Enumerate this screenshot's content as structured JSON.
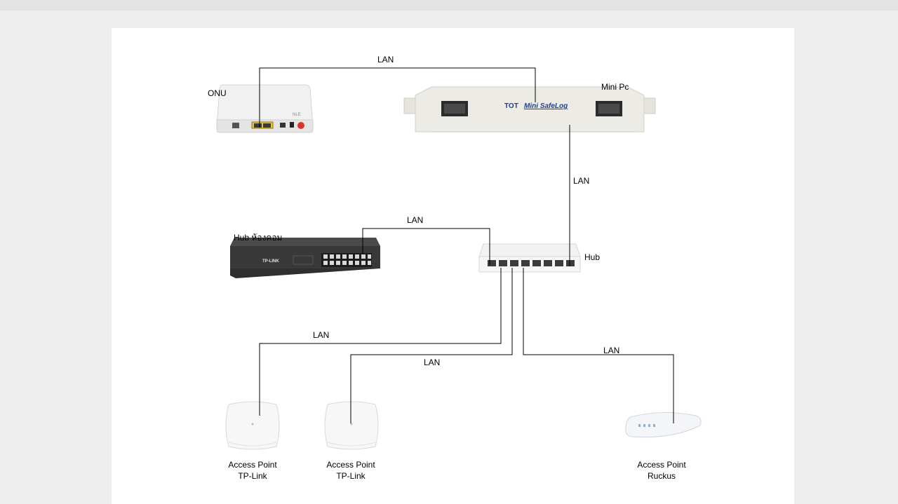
{
  "diagram": {
    "connection_label": "LAN",
    "devices": {
      "onu": {
        "label": "ONU"
      },
      "mini_pc": {
        "label": "Mini Pc",
        "brand_logo": "TOT",
        "brand_text": "Mini SafeLog"
      },
      "hub_lab": {
        "label": "Hub ห้องคอม",
        "brand_text": "TP-LINK"
      },
      "hub": {
        "label": "Hub"
      },
      "ap_tplink_1": {
        "line1": "Access Point",
        "line2": "TP-Link"
      },
      "ap_tplink_2": {
        "line1": "Access Point",
        "line2": "TP-Link"
      },
      "ap_ruckus": {
        "line1": "Access Point",
        "line2": "Ruckus"
      }
    },
    "connections": [
      {
        "from": "onu",
        "to": "mini_pc",
        "label": "LAN"
      },
      {
        "from": "mini_pc",
        "to": "hub",
        "label": "LAN"
      },
      {
        "from": "hub",
        "to": "hub_lab",
        "label": "LAN"
      },
      {
        "from": "hub",
        "to": "ap_tplink_1",
        "label": "LAN"
      },
      {
        "from": "hub",
        "to": "ap_tplink_2",
        "label": "LAN"
      },
      {
        "from": "hub",
        "to": "ap_ruckus",
        "label": "LAN"
      }
    ]
  }
}
